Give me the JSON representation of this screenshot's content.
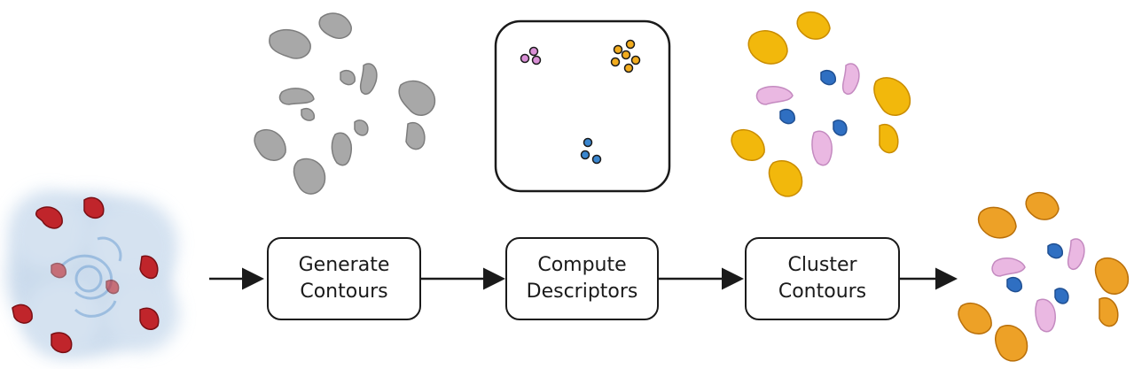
{
  "steps": [
    {
      "label": "Generate\nContours"
    },
    {
      "label": "Compute\nDescriptors"
    },
    {
      "label": "Cluster\nContours"
    }
  ],
  "colors": {
    "input_blob": "#b9cfe6",
    "input_contour": "#c0252b",
    "grey_contour": "#a8a8a8",
    "cluster_yellow": "#f2b80c",
    "cluster_pink": "#eab8e2",
    "cluster_blue": "#2f6fc2",
    "result_orange": "#eda127",
    "scatter_pink": "#d98fd6",
    "scatter_orange": "#f2ac1e",
    "scatter_blue": "#3a86cf",
    "stroke": "#1a1a1a"
  },
  "icons": [
    "arrow-right-icon"
  ]
}
